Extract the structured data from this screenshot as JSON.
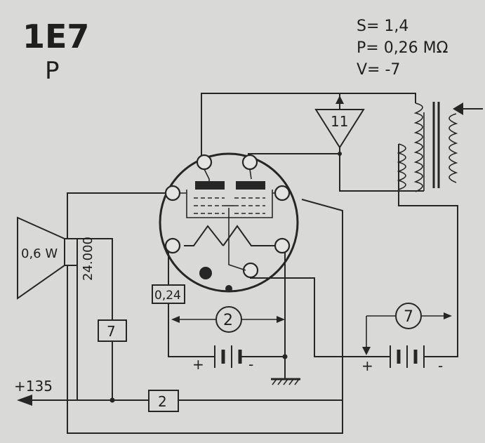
{
  "tube": {
    "code": "1E7",
    "base": "P"
  },
  "specs": {
    "s": "S= 1,4",
    "p": "P= 0,26 MΩ",
    "v": "V= -7"
  },
  "labels": {
    "speaker_power": "0,6 W",
    "speaker_impedance": "24.000",
    "filament_current": "0,24",
    "supply_voltage": "+135",
    "plus": "+",
    "minus": "-"
  },
  "references": {
    "input_ref": "11",
    "left_box": "7",
    "filament_battery": "2",
    "bias_battery": "7",
    "bottom_box": "2"
  }
}
